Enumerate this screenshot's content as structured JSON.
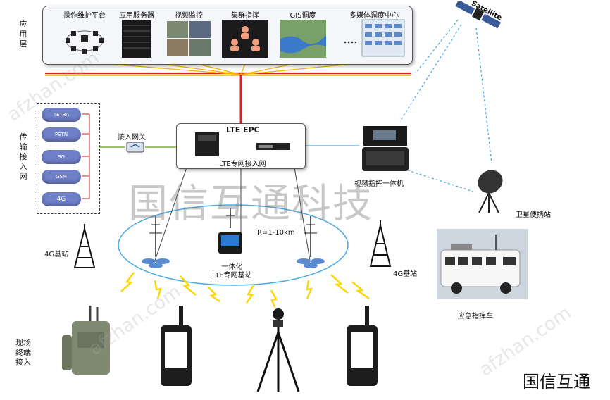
{
  "layers": {
    "app": "应用层",
    "transport": "传输接入网",
    "terminal": "现场终端接入"
  },
  "apps": [
    {
      "label": "操作维护平台",
      "icon": "network-ring-icon"
    },
    {
      "label": "应用服务器",
      "icon": "server-rack-icon"
    },
    {
      "label": "视频监控",
      "icon": "video-wall-icon"
    },
    {
      "label": "集群指挥",
      "icon": "group-users-icon"
    },
    {
      "label": "GIS调度",
      "icon": "map-icon"
    },
    {
      "label": "多媒体调度中心",
      "icon": "dispatch-console-icon"
    }
  ],
  "networks": [
    "TETRA",
    "PSTN",
    "3G",
    "GSM",
    "4G"
  ],
  "gateway": "接入网关",
  "epc": {
    "title": "LTE EPC",
    "subtitle": "LTE专网接入网"
  },
  "satellite": "Satellite",
  "video_unit": "视频指挥一体机",
  "sat_station": "卫星便携站",
  "base_station_left": "4G基站",
  "base_station_right": "4G基站",
  "coverage": "R=1-10km",
  "integrated_bs": "一体化\nLTE专网基站",
  "vehicle": "应急指挥车",
  "watermark": "国信互通科技",
  "corner_brand": "国信互通",
  "site_marks": [
    "afzhan.com",
    "afzhan.com",
    "afzhan.com"
  ],
  "colors": {
    "red_line": "#e02020",
    "orange_line": "#f0b400",
    "yellow_signal": "#ffd500",
    "cloud": "#6f7fc8",
    "coverage": "#4aa8e0"
  }
}
